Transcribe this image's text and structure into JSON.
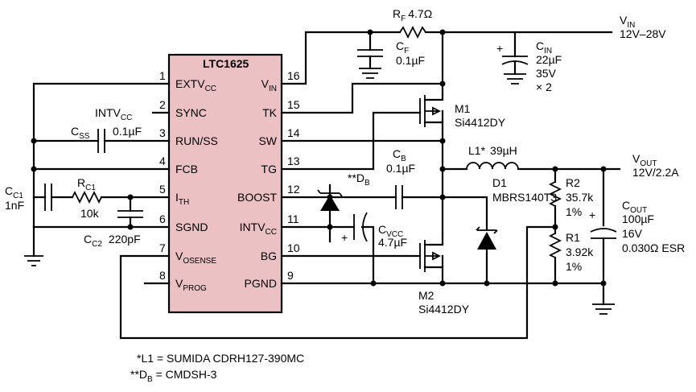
{
  "ic": {
    "name": "LTC1625",
    "color": "#ebc1c3",
    "left_pins": [
      {
        "num": "1",
        "name": "EXTV",
        "sub": "CC"
      },
      {
        "num": "2",
        "name": "SYNC",
        "sub": ""
      },
      {
        "num": "3",
        "name": "RUN/SS",
        "sub": ""
      },
      {
        "num": "4",
        "name": "FCB",
        "sub": ""
      },
      {
        "num": "5",
        "name": "I",
        "sub": "TH"
      },
      {
        "num": "6",
        "name": "SGND",
        "sub": ""
      },
      {
        "num": "7",
        "name": "V",
        "sub": "OSENSE"
      },
      {
        "num": "8",
        "name": "V",
        "sub": "PROG"
      }
    ],
    "right_pins": [
      {
        "num": "16",
        "name": "V",
        "sub": "IN"
      },
      {
        "num": "15",
        "name": "TK",
        "sub": ""
      },
      {
        "num": "14",
        "name": "SW",
        "sub": ""
      },
      {
        "num": "13",
        "name": "TG",
        "sub": ""
      },
      {
        "num": "12",
        "name": "BOOST",
        "sub": ""
      },
      {
        "num": "11",
        "name": "INTV",
        "sub": "CC"
      },
      {
        "num": "10",
        "name": "BG",
        "sub": ""
      },
      {
        "num": "9",
        "name": "PGND",
        "sub": ""
      }
    ]
  },
  "components": {
    "rf": {
      "ref": "R",
      "ref_sub": "F",
      "value": "4.7Ω"
    },
    "cf": {
      "ref": "C",
      "ref_sub": "F",
      "value": "0.1µF"
    },
    "cin": {
      "ref": "C",
      "ref_sub": "IN",
      "value": "22µF",
      "rating": "35V",
      "count": "× 2"
    },
    "vin": {
      "name": "V",
      "name_sub": "IN",
      "range": "12V–28V"
    },
    "m1": {
      "ref": "M1",
      "part": "Si4412DY"
    },
    "m2": {
      "ref": "M2",
      "part": "Si4412DY"
    },
    "l1": {
      "ref": "L1*",
      "value": "39µH"
    },
    "cb": {
      "ref": "C",
      "ref_sub": "B",
      "value": "0.1µF"
    },
    "db": {
      "ref": "**D",
      "ref_sub": "B"
    },
    "d1": {
      "ref": "D1",
      "part": "MBRS140T3"
    },
    "cvcc": {
      "ref": "C",
      "ref_sub": "VCC",
      "value": "4.7µF"
    },
    "r2": {
      "ref": "R2",
      "value": "35.7k",
      "tol": "1%"
    },
    "r1": {
      "ref": "R1",
      "value": "3.92k",
      "tol": "1%"
    },
    "cout": {
      "ref": "C",
      "ref_sub": "OUT",
      "value": "100µF",
      "rating": "16V",
      "esr": "0.030Ω ESR"
    },
    "vout": {
      "name": "V",
      "name_sub": "OUT",
      "spec": "12V/2.2A"
    },
    "css": {
      "ref": "C",
      "ref_sub": "SS",
      "value": "0.1µF"
    },
    "rc1": {
      "ref": "R",
      "ref_sub": "C1",
      "value": "10k"
    },
    "cc1": {
      "ref": "C",
      "ref_sub": "C1",
      "value": "1nF"
    },
    "cc2": {
      "ref": "C",
      "ref_sub": "C2",
      "value": "220pF"
    },
    "intvcc": {
      "name": "INTV",
      "name_sub": "CC"
    }
  },
  "footnotes": [
    {
      "prefix": "*",
      "text": "L1 = SUMIDA CDRH127-390MC"
    },
    {
      "prefix": "**",
      "text": "D",
      "sub": "B",
      "rest": " = CMDSH-3"
    }
  ]
}
